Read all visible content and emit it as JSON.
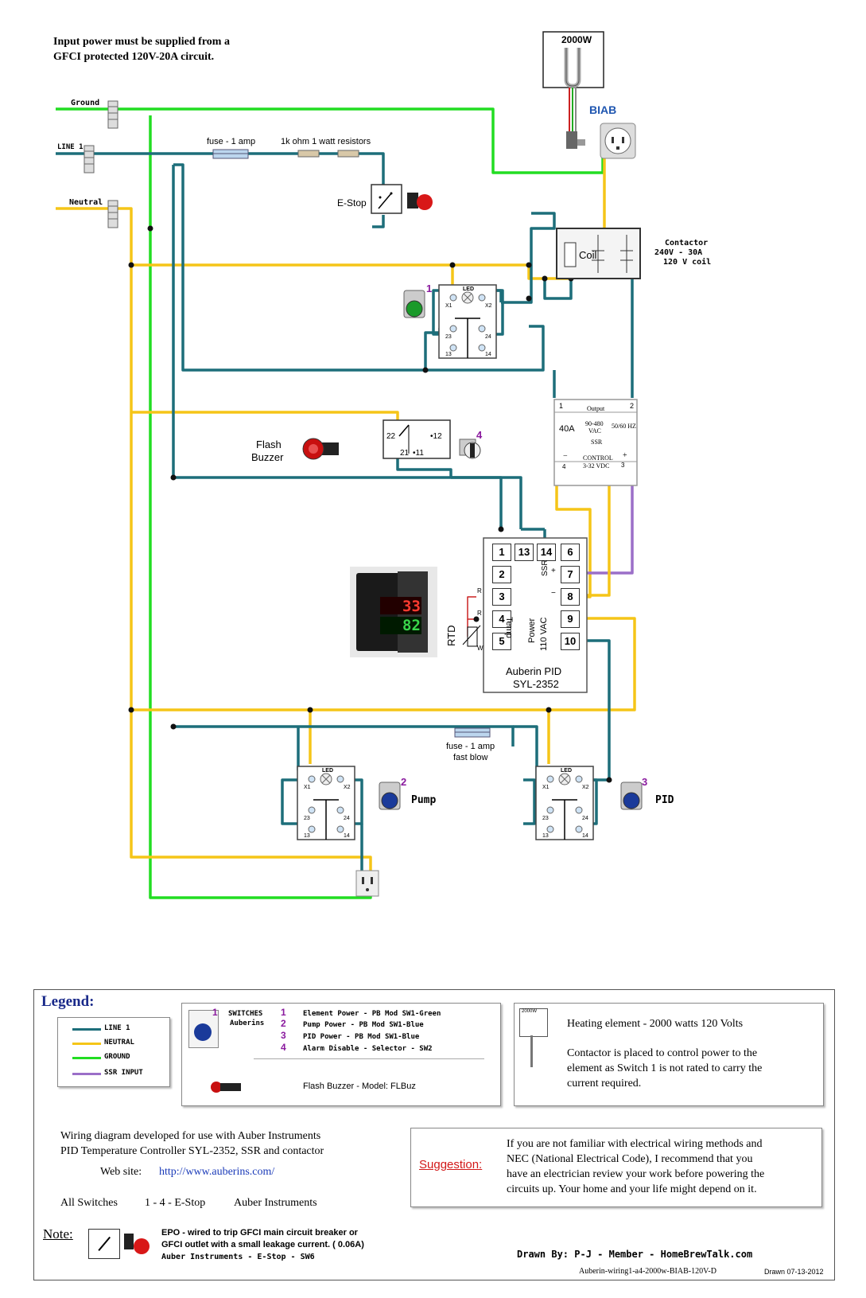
{
  "header": {
    "note_line1": "Input power must be supplied from a",
    "note_line2": "GFCI protected 120V-20A circuit."
  },
  "colors": {
    "line1": "#1d6e7a",
    "neutral": "#f5c518",
    "ground": "#22dd22",
    "ssr_input": "#9b6fc8",
    "number_accent": "#8a1a9e"
  },
  "bus": {
    "ground": "Ground",
    "line1": "LINE 1",
    "neutral": "Neutral"
  },
  "components": {
    "fuse_top": "fuse - 1 amp",
    "resistors": "1k ohm 1 watt resistors",
    "estop": "E-Stop",
    "element_power": "2000W",
    "biab": "BIAB",
    "contactor": {
      "title": "Contactor",
      "rating": "240V - 30A",
      "coil_rating": "120 V coil",
      "coil": "Coil"
    },
    "switch1_number": "1",
    "switch2_number": "2",
    "switch3_number": "3",
    "switch4_number": "4",
    "led": "LED",
    "x1": "X1",
    "x2": "X2",
    "t23": "23",
    "t24": "24",
    "t13": "13",
    "t14": "14",
    "ssr": {
      "t1": "1",
      "t2": "2",
      "t3": "3",
      "t4": "4",
      "output": "Output",
      "amps": "40A",
      "voltage": "90-480",
      "vac": "VAC",
      "hz": "50/60 HZ",
      "name": "SSR",
      "control": "CONTROL",
      "control_range": "3-32 VDC",
      "minus": "−",
      "plus": "+"
    },
    "buzzer_line1": "Flash",
    "buzzer_line2": "Buzzer",
    "selector": {
      "t22": "22",
      "t12": "•12",
      "t21": "21",
      "t11": "•11"
    },
    "pid": {
      "terminals": [
        "1",
        "13",
        "14",
        "6",
        "2",
        "7",
        "3",
        "8",
        "4",
        "9",
        "5",
        "10"
      ],
      "ssr_label": "SSR",
      "plus": "+",
      "minus": "−",
      "temp": "Temp",
      "power": "Power",
      "vac": "110 VAC",
      "rtd": "RTD",
      "r1": "R",
      "r2": "R",
      "w": "W",
      "name1": "Auberin PID",
      "name2": "SYL-2352",
      "display_top": "33",
      "display_bottom": "82"
    },
    "fuse_fast1": "fuse - 1 amp",
    "fuse_fast2": "fast blow",
    "pump": "Pump",
    "pid_switch": "PID"
  },
  "legend": {
    "title": "Legend:",
    "items": [
      {
        "label": "LINE 1",
        "color": "#1d6e7a"
      },
      {
        "label": "NEUTRAL",
        "color": "#f5c518"
      },
      {
        "label": "GROUND",
        "color": "#22dd22"
      },
      {
        "label": "SSR INPUT",
        "color": "#9b6fc8"
      }
    ],
    "switches_title1": "SWITCHES",
    "switches_title2": "Auberins",
    "switch_numbers": [
      "1",
      "2",
      "3",
      "4"
    ],
    "switch_list": [
      "Element Power - PB Mod SW1-Green",
      "Pump Power - PB Mod SW1-Blue",
      "PID Power  - PB Mod SW1-Blue",
      "Alarm Disable - Selector - SW2"
    ],
    "buzzer_model": "Flash Buzzer - Model: FLBuz",
    "heating_icon_label": "2000W",
    "heating": "Heating element - 2000 watts 120 Volts",
    "contactor_note1": "Contactor is placed to control power to the",
    "contactor_note2": "element as Switch 1 is not rated to carry the",
    "contactor_note3": "current required.",
    "dev_line1": "Wiring diagram developed for use with Auber Instruments",
    "dev_line2": "PID Temperature Controller SYL-2352, SSR and contactor",
    "website_label": "Web site:",
    "website": "http://www.auberins.com/",
    "all_switches": "All Switches",
    "switch_range": "1 - 4 - E-Stop",
    "auber": "Auber Instruments",
    "suggestion_title": "Suggestion:",
    "suggestion1": "If you are not familiar with electrical wiring methods and",
    "suggestion2": "NEC (National Electrical Code), I recommend that you",
    "suggestion3": "have an electrician review your work before powering the",
    "suggestion4": "circuits up. Your home and your life might depend on it.",
    "note_title": "Note:",
    "note1": "EPO - wired to trip GFCI main circuit breaker  or",
    "note2": "GFCI outlet with a small leakage current. ( 0.06A)",
    "note3": "Auber Instruments   -   E-Stop - SW6",
    "drawn_by": "Drawn By: P-J - Member - HomeBrewTalk.com",
    "filename": "Auberin-wiring1-a4-2000w-BIAB-120V-D",
    "drawn_date": "Drawn  07-13-2012"
  }
}
